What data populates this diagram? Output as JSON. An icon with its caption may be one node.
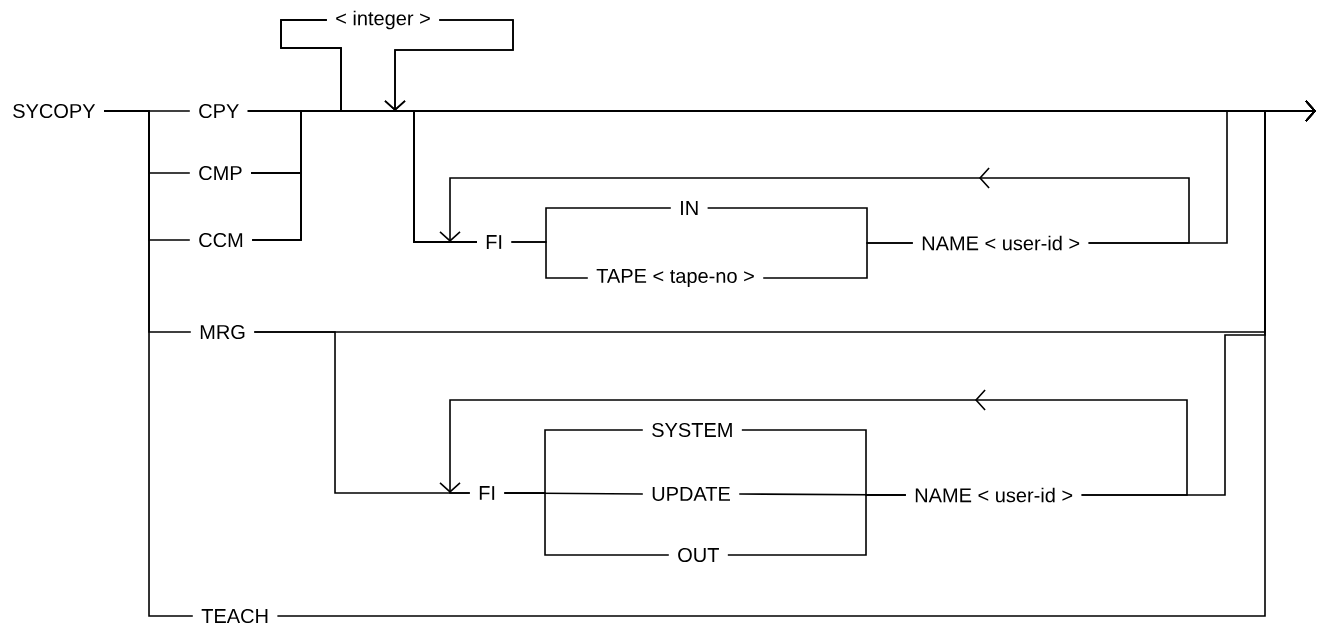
{
  "diagram": {
    "nodes": [
      {
        "text": [
          "SYCOPY"
        ]
      },
      {
        "text": [
          "CPY"
        ]
      },
      {
        "text": [
          "CMP"
        ]
      },
      {
        "text": [
          "CCM"
        ]
      },
      {
        "text": [
          "< integer >"
        ]
      },
      {
        "text": [
          "FI"
        ]
      },
      {
        "text": [
          "IN"
        ]
      },
      {
        "text": [
          "TAPE  < tape-no >"
        ]
      },
      {
        "text": [
          "NAME < user-id >"
        ]
      },
      {
        "text": [
          "MRG"
        ]
      },
      {
        "text": [
          "FI"
        ]
      },
      {
        "text": [
          "SYSTEM"
        ]
      },
      {
        "text": [
          "UPDATE"
        ]
      },
      {
        "text": [
          "OUT"
        ]
      },
      {
        "text": [
          "NAME < user-id >"
        ]
      },
      {
        "text": [
          "TEACH"
        ]
      }
    ],
    "edges": [
      {
        "from": 0,
        "to": 1,
        "arrow": "none"
      },
      {
        "from": 0,
        "to": 2,
        "arrow": "none"
      },
      {
        "from": 0,
        "to": 3,
        "arrow": "none"
      },
      {
        "from": 0,
        "to": 9,
        "arrow": "none"
      },
      {
        "from": 0,
        "to": 15,
        "arrow": "none"
      },
      {
        "from": 1,
        "to": 4,
        "arrow": "none"
      },
      {
        "from": 2,
        "to": 4,
        "arrow": "none"
      },
      {
        "from": 3,
        "to": 4,
        "arrow": "none"
      },
      {
        "from": 1,
        "to": 5,
        "arrow": "none"
      },
      {
        "from": 2,
        "to": 5,
        "arrow": "none"
      },
      {
        "from": 3,
        "to": 5,
        "arrow": "none"
      },
      {
        "from": 1,
        "to": null,
        "arrow": "to"
      },
      {
        "from": 2,
        "to": null,
        "arrow": "to"
      },
      {
        "from": 3,
        "to": null,
        "arrow": "to"
      },
      {
        "from": 4,
        "to": 5,
        "arrow": "to"
      },
      {
        "from": 4,
        "to": null,
        "arrow": "to"
      },
      {
        "from": 5,
        "to": 6,
        "arrow": "none"
      },
      {
        "from": 5,
        "to": 7,
        "arrow": "none"
      },
      {
        "from": 6,
        "to": 8,
        "arrow": "none"
      },
      {
        "from": 7,
        "to": 8,
        "arrow": "none"
      },
      {
        "from": 8,
        "to": 5,
        "arrow": "to"
      },
      {
        "from": 8,
        "to": null,
        "arrow": "to"
      },
      {
        "from": 9,
        "to": 10,
        "arrow": "none"
      },
      {
        "from": 9,
        "to": null,
        "arrow": "to"
      },
      {
        "from": 10,
        "to": 11,
        "arrow": "none"
      },
      {
        "from": 10,
        "to": 12,
        "arrow": "none"
      },
      {
        "from": 10,
        "to": 13,
        "arrow": "none"
      },
      {
        "from": 11,
        "to": 14,
        "arrow": "none"
      },
      {
        "from": 12,
        "to": 14,
        "arrow": "none"
      },
      {
        "from": 13,
        "to": 14,
        "arrow": "none"
      },
      {
        "from": 14,
        "to": 10,
        "arrow": "to"
      },
      {
        "from": 14,
        "to": null,
        "arrow": "to"
      },
      {
        "from": 15,
        "to": null,
        "arrow": "to"
      }
    ]
  }
}
